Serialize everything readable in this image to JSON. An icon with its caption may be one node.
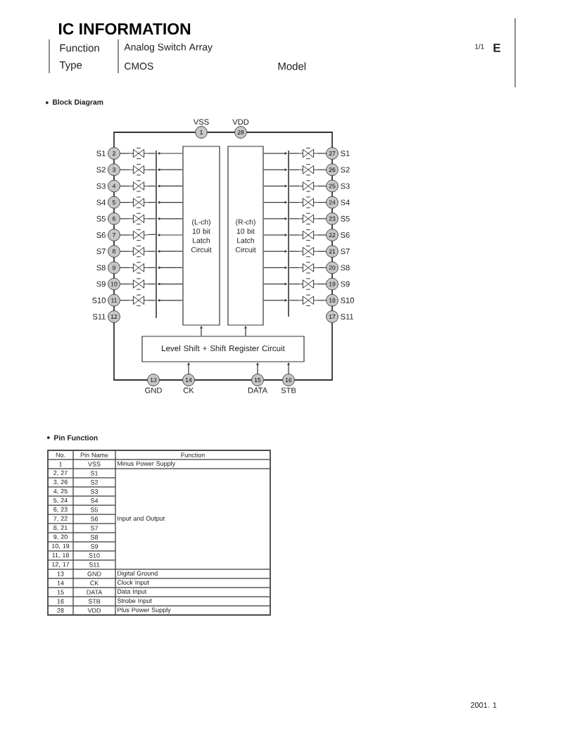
{
  "diagram": {
    "title": "IC INFORMATION",
    "nodes": [
      {
        "text": [
          "1"
        ],
        "beside": [
          "VSS"
        ]
      },
      {
        "text": [
          "28"
        ],
        "beside": [
          "VDD"
        ]
      },
      {
        "text": [
          "2"
        ],
        "beside": [
          "S1"
        ]
      },
      {
        "text": [
          "3"
        ],
        "beside": [
          "S2"
        ]
      },
      {
        "text": [
          "4"
        ],
        "beside": [
          "S3"
        ]
      },
      {
        "text": [
          "5"
        ],
        "beside": [
          "S4"
        ]
      },
      {
        "text": [
          "6"
        ],
        "beside": [
          "S5"
        ]
      },
      {
        "text": [
          "7"
        ],
        "beside": [
          "S6"
        ]
      },
      {
        "text": [
          "8"
        ],
        "beside": [
          "S7"
        ]
      },
      {
        "text": [
          "9"
        ],
        "beside": [
          "S8"
        ]
      },
      {
        "text": [
          "10"
        ],
        "beside": [
          "S9"
        ]
      },
      {
        "text": [
          "11"
        ],
        "beside": [
          "S10"
        ]
      },
      {
        "text": [
          "12"
        ],
        "beside": [
          "S11"
        ]
      },
      {
        "text": [
          "27"
        ],
        "beside": [
          "S1"
        ]
      },
      {
        "text": [
          "26"
        ],
        "beside": [
          "S2"
        ]
      },
      {
        "text": [
          "25"
        ],
        "beside": [
          "S3"
        ]
      },
      {
        "text": [
          "24"
        ],
        "beside": [
          "S4"
        ]
      },
      {
        "text": [
          "23"
        ],
        "beside": [
          "S5"
        ]
      },
      {
        "text": [
          "22"
        ],
        "beside": [
          "S6"
        ]
      },
      {
        "text": [
          "21"
        ],
        "beside": [
          "S7"
        ]
      },
      {
        "text": [
          "20"
        ],
        "beside": [
          "S8"
        ]
      },
      {
        "text": [
          "19"
        ],
        "beside": [
          "S9"
        ]
      },
      {
        "text": [
          "18"
        ],
        "beside": [
          "S10"
        ]
      },
      {
        "text": [
          "17"
        ],
        "beside": [
          "S11"
        ]
      },
      {
        "text": [],
        "shape": "switch"
      },
      {
        "text": [],
        "shape": "switch"
      },
      {
        "text": [],
        "shape": "switch"
      },
      {
        "text": [],
        "shape": "switch"
      },
      {
        "text": [],
        "shape": "switch"
      },
      {
        "text": [],
        "shape": "switch"
      },
      {
        "text": [],
        "shape": "switch"
      },
      {
        "text": [],
        "shape": "switch"
      },
      {
        "text": [],
        "shape": "switch"
      },
      {
        "text": [],
        "shape": "switch"
      },
      {
        "text": [],
        "shape": "switch"
      },
      {
        "text": [],
        "shape": "switch"
      },
      {
        "text": [],
        "shape": "switch"
      },
      {
        "text": [],
        "shape": "switch"
      },
      {
        "text": [],
        "shape": "switch"
      },
      {
        "text": [],
        "shape": "switch"
      },
      {
        "text": [],
        "shape": "switch"
      },
      {
        "text": [],
        "shape": "switch"
      },
      {
        "text": [],
        "shape": "switch"
      },
      {
        "text": [],
        "shape": "switch"
      },
      {
        "text": [
          "(L-ch) 10 bit Latch Circuit"
        ]
      },
      {
        "text": [
          "(R-ch) 10 bit Latch Circuit"
        ]
      },
      {
        "text": [
          "Level Shift + Shift Register Circuit"
        ]
      },
      {
        "text": [
          "13"
        ],
        "beside": [
          "GND"
        ]
      },
      {
        "text": [
          "14"
        ],
        "beside": [
          "CK"
        ]
      },
      {
        "text": [
          "15"
        ],
        "beside": [
          "DATA"
        ]
      },
      {
        "text": [
          "16"
        ],
        "beside": [
          "STB"
        ]
      },
      {
        "text": [],
        "shape": "bar"
      },
      {
        "text": [],
        "shape": "bar"
      }
    ],
    "edges": [
      {
        "from": 2,
        "to": 24,
        "arrow": "none"
      },
      {
        "from": 3,
        "to": 25,
        "arrow": "none"
      },
      {
        "from": 4,
        "to": 26,
        "arrow": "none"
      },
      {
        "from": 5,
        "to": 27,
        "arrow": "none"
      },
      {
        "from": 6,
        "to": 28,
        "arrow": "none"
      },
      {
        "from": 7,
        "to": 29,
        "arrow": "none"
      },
      {
        "from": 8,
        "to": 30,
        "arrow": "none"
      },
      {
        "from": 9,
        "to": 31,
        "arrow": "none"
      },
      {
        "from": 10,
        "to": 32,
        "arrow": "none"
      },
      {
        "from": 11,
        "to": 33,
        "arrow": "none"
      },
      {
        "from": 13,
        "to": 34,
        "arrow": "none"
      },
      {
        "from": 14,
        "to": 35,
        "arrow": "none"
      },
      {
        "from": 15,
        "to": 36,
        "arrow": "none"
      },
      {
        "from": 16,
        "to": 37,
        "arrow": "none"
      },
      {
        "from": 17,
        "to": 38,
        "arrow": "none"
      },
      {
        "from": 18,
        "to": 39,
        "arrow": "none"
      },
      {
        "from": 19,
        "to": 40,
        "arrow": "none"
      },
      {
        "from": 20,
        "to": 41,
        "arrow": "none"
      },
      {
        "from": 21,
        "to": 42,
        "arrow": "none"
      },
      {
        "from": 22,
        "to": 43,
        "arrow": "none"
      },
      {
        "from": 44,
        "to": 51,
        "arrow": "to"
      },
      {
        "from": 44,
        "to": 51,
        "arrow": "to"
      },
      {
        "from": 44,
        "to": 51,
        "arrow": "to"
      },
      {
        "from": 44,
        "to": 51,
        "arrow": "to"
      },
      {
        "from": 44,
        "to": 51,
        "arrow": "to"
      },
      {
        "from": 44,
        "to": 51,
        "arrow": "to"
      },
      {
        "from": 44,
        "to": 51,
        "arrow": "to"
      },
      {
        "from": 44,
        "to": 51,
        "arrow": "to"
      },
      {
        "from": 44,
        "to": 51,
        "arrow": "to"
      },
      {
        "from": 44,
        "to": 51,
        "arrow": "to"
      },
      {
        "from": 45,
        "to": 52,
        "arrow": "to"
      },
      {
        "from": 45,
        "to": 52,
        "arrow": "to"
      },
      {
        "from": 45,
        "to": 52,
        "arrow": "to"
      },
      {
        "from": 45,
        "to": 52,
        "arrow": "to"
      },
      {
        "from": 45,
        "to": 52,
        "arrow": "to"
      },
      {
        "from": 45,
        "to": 52,
        "arrow": "to"
      },
      {
        "from": 45,
        "to": 52,
        "arrow": "to"
      },
      {
        "from": 45,
        "to": 52,
        "arrow": "to"
      },
      {
        "from": 45,
        "to": 52,
        "arrow": "to"
      },
      {
        "from": 45,
        "to": 52,
        "arrow": "to"
      },
      {
        "from": 48,
        "to": 46,
        "arrow": "to"
      },
      {
        "from": 49,
        "to": 46,
        "arrow": "to"
      },
      {
        "from": 50,
        "to": 46,
        "arrow": "to"
      },
      {
        "from": 46,
        "to": 44,
        "arrow": "to"
      },
      {
        "from": 46,
        "to": 45,
        "arrow": "to"
      },
      {
        "from": 24,
        "to": 51,
        "arrow": "none"
      },
      {
        "from": 25,
        "to": 51,
        "arrow": "none"
      },
      {
        "from": 26,
        "to": 51,
        "arrow": "none"
      },
      {
        "from": 27,
        "to": 51,
        "arrow": "none"
      },
      {
        "from": 28,
        "to": 51,
        "arrow": "none"
      },
      {
        "from": 29,
        "to": 51,
        "arrow": "none"
      },
      {
        "from": 30,
        "to": 51,
        "arrow": "none"
      },
      {
        "from": 31,
        "to": 51,
        "arrow": "none"
      },
      {
        "from": 32,
        "to": 51,
        "arrow": "none"
      },
      {
        "from": 33,
        "to": 51,
        "arrow": "none"
      },
      {
        "from": 34,
        "to": 52,
        "arrow": "none"
      },
      {
        "from": 35,
        "to": 52,
        "arrow": "none"
      },
      {
        "from": 36,
        "to": 52,
        "arrow": "none"
      },
      {
        "from": 37,
        "to": 52,
        "arrow": "none"
      },
      {
        "from": 38,
        "to": 52,
        "arrow": "none"
      },
      {
        "from": 39,
        "to": 52,
        "arrow": "none"
      },
      {
        "from": 40,
        "to": 52,
        "arrow": "none"
      },
      {
        "from": 41,
        "to": 52,
        "arrow": "none"
      },
      {
        "from": 42,
        "to": 52,
        "arrow": "none"
      },
      {
        "from": 43,
        "to": 52,
        "arrow": "none"
      }
    ],
    "labels": [
      "Function",
      "Analog Switch Array",
      "1/1",
      "E",
      "Type",
      "CMOS",
      "Model",
      "Block Diagram",
      "Pin Function",
      "No.",
      "Pin Name",
      "Function",
      "1",
      "VSS",
      "Minus Power Supply",
      "2, 27",
      "S1",
      "3, 26",
      "S2",
      "4, 25",
      "S3",
      "5, 24",
      "S4",
      "6, 23",
      "S5",
      "7, 22",
      "S6",
      "Input and Output",
      "8, 21",
      "S7",
      "9, 20",
      "S8",
      "10, 19",
      "S9",
      "11, 18",
      "S10",
      "12, 17",
      "S11",
      "13",
      "GND",
      "Digital Ground",
      "14",
      "CK",
      "Clock Input",
      "15",
      "DATA",
      "Data Input",
      "16",
      "STB",
      "Strobe Input",
      "28",
      "VDD",
      "Plus Power Supply",
      "2001. 1"
    ]
  }
}
